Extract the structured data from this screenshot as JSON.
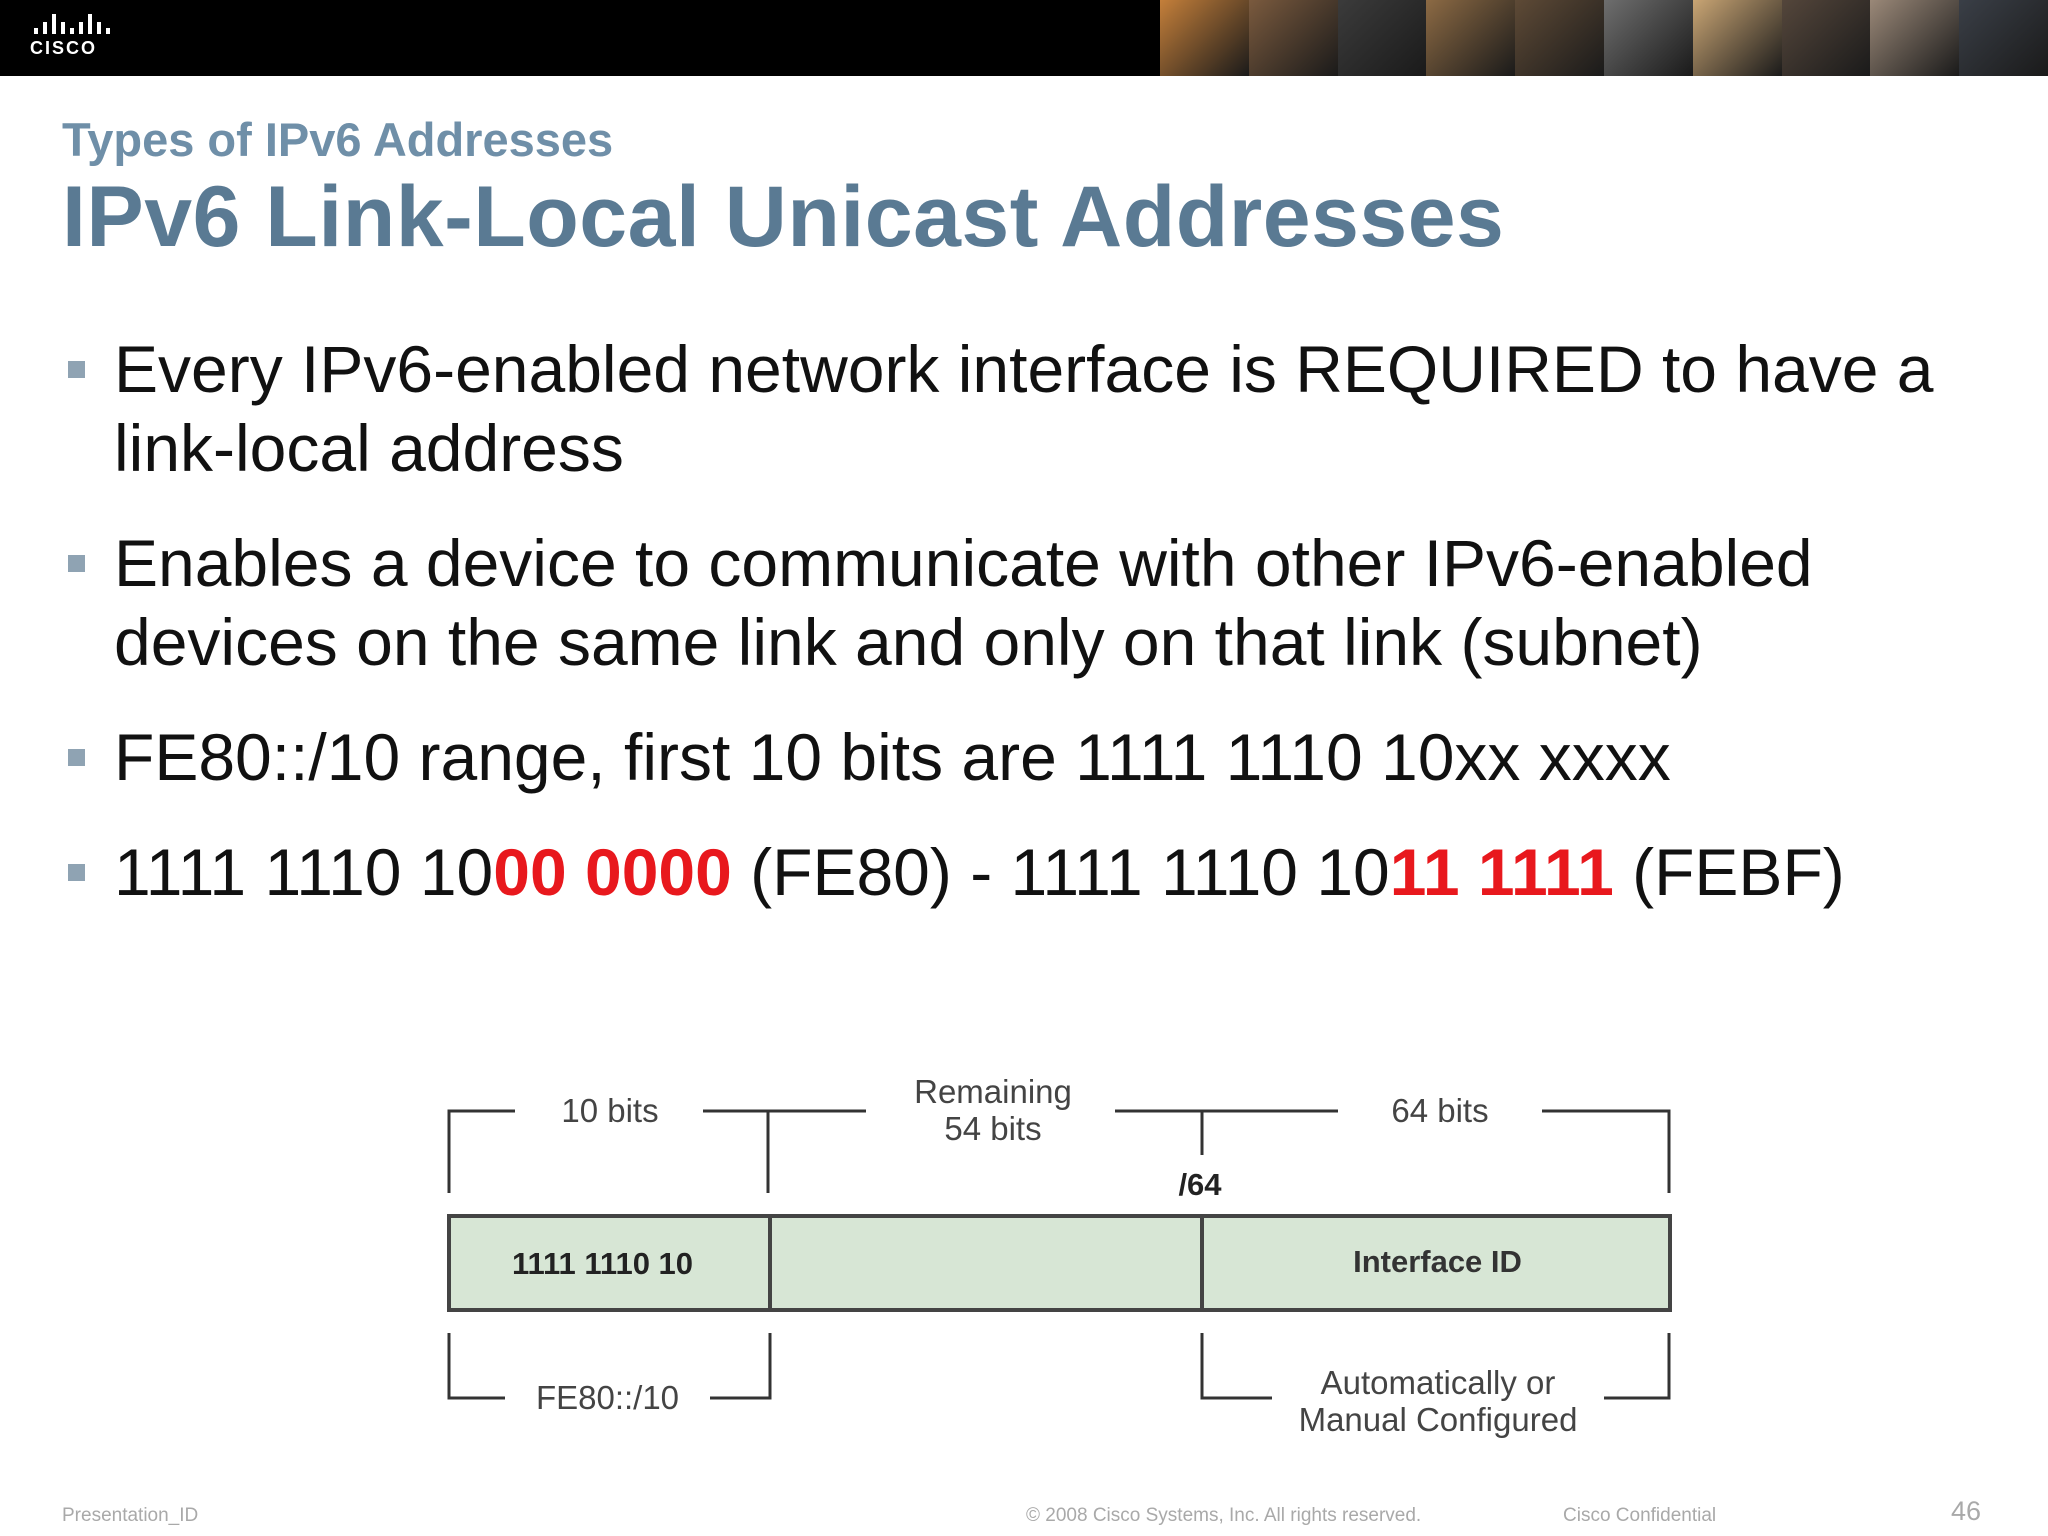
{
  "header": {
    "logo_text": "CISCO",
    "photo_strip_colors": [
      "#c47f3a",
      "#7a5a3e",
      "#3b3b3b",
      "#8c6a44",
      "#5e4a36",
      "#6e6e6e",
      "#c9a574",
      "#54463b",
      "#9a8878",
      "#3a3f47"
    ]
  },
  "slide": {
    "subtitle": "Types of IPv6 Addresses",
    "title": "IPv6 Link-Local Unicast Addresses",
    "bullets": [
      "Every IPv6-enabled network interface is REQUIRED to have a link-local address",
      "Enables a device to communicate with other IPv6-enabled devices on the same link and only on that link (subnet)",
      "FE80::/10 range, first 10 bits are 1111 1110 10xx xxxx"
    ],
    "range_bullet": {
      "a_plain": "1111 1110 10",
      "a_red": "00 0000",
      "a_suffix": " (FE80) - 1111 1110 10",
      "b_red": "11 1111",
      "b_suffix": " (FEBF)"
    }
  },
  "diagram": {
    "label_10bits": "10 bits",
    "label_remaining_line1": "Remaining",
    "label_remaining_line2": "54 bits",
    "label_64bits": "64 bits",
    "label_prefix": "/64",
    "box_first": "1111 1110 10",
    "box_middle": "",
    "box_interface": "Interface ID",
    "label_fe80": "FE80::/10",
    "label_auto_line1": "Automatically or",
    "label_auto_line2": "Manual Configured"
  },
  "footer": {
    "presentation_id": "Presentation_ID",
    "copyright": "© 2008 Cisco Systems, Inc. All rights reserved.",
    "confidential": "Cisco Confidential",
    "page_number": "46"
  }
}
